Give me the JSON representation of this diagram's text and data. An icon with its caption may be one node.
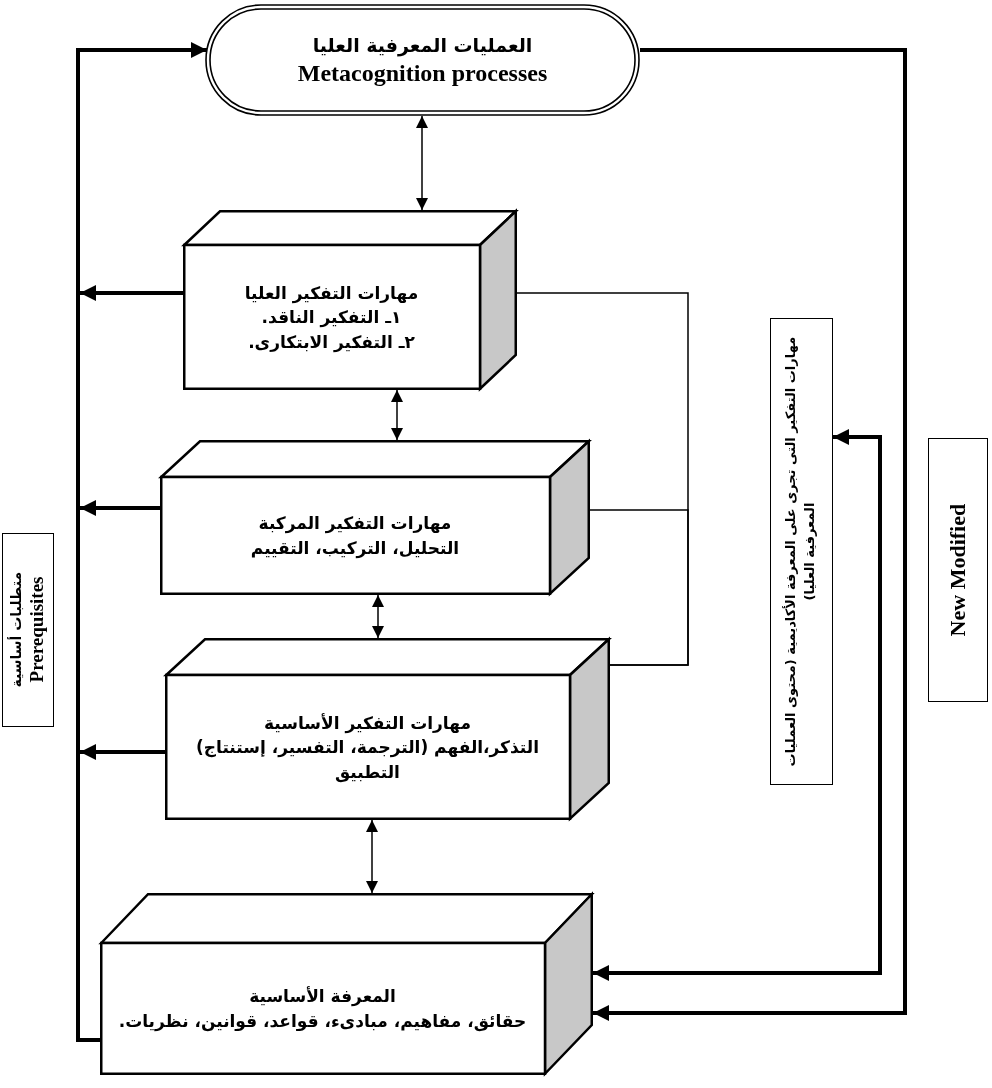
{
  "diagram": {
    "nodes": [
      {
        "text": [
          "العمليات المعرفية العليا",
          "Metacognition processes"
        ]
      },
      {
        "text": [
          "مهارات التفكير العليا",
          "١ـ التفكير الناقد.",
          "٢ـ التفكير الابتكارى."
        ]
      },
      {
        "text": [
          "مهارات التفكير المركبة",
          "التحليل، التركيب، التقييم"
        ]
      },
      {
        "text": [
          "مهارات التفكير الأساسية",
          "التذكر،الفهم (الترجمة، التفسير، إستنتاج) التطبيق"
        ]
      },
      {
        "text": [
          "المعرفة الأساسية",
          "حقائق، مفاهيم، مبادىء، قواعد، قوانين، نظريات."
        ]
      },
      {
        "text": [
          "مهارات التفكير التى تجرى على المعرفة الأكاديمية (محتوى العمليات المعرفية العليا)"
        ]
      },
      {
        "text": [
          "New Modified"
        ]
      },
      {
        "text": [
          "متطلبات أساسية",
          "Prerequisites"
        ]
      }
    ],
    "edges": [
      {
        "from": 0,
        "to": 1,
        "arrow": "both"
      },
      {
        "from": 1,
        "to": 2,
        "arrow": "both"
      },
      {
        "from": 2,
        "to": 3,
        "arrow": "both"
      },
      {
        "from": 3,
        "to": 4,
        "arrow": "both"
      },
      {
        "from": 1,
        "to": null,
        "arrow": "to",
        "style": "thick"
      },
      {
        "from": 2,
        "to": null,
        "arrow": "to",
        "style": "thick"
      },
      {
        "from": 3,
        "to": null,
        "arrow": "to",
        "style": "thick"
      },
      {
        "from": 4,
        "to": 0,
        "arrow": "to",
        "style": "thick"
      },
      {
        "from": 1,
        "to": 3,
        "arrow": "none"
      },
      {
        "from": 2,
        "to": 3,
        "arrow": "none"
      },
      {
        "from": 5,
        "to": 4,
        "arrow": "both",
        "style": "thick"
      },
      {
        "from": 0,
        "to": 4,
        "arrow": "to",
        "style": "thick"
      }
    ]
  }
}
